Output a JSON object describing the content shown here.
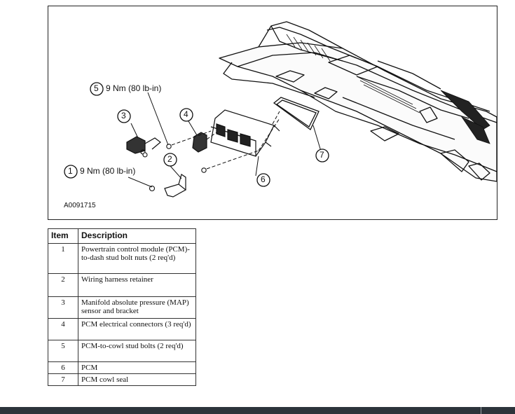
{
  "figure": {
    "id": "A0091715",
    "callouts": [
      {
        "number": "5",
        "text": "9 Nm (80 lb-in)"
      },
      {
        "number": "3",
        "text": ""
      },
      {
        "number": "4",
        "text": ""
      },
      {
        "number": "2",
        "text": ""
      },
      {
        "number": "1",
        "text": "9 Nm (80 lb-in)"
      },
      {
        "number": "6",
        "text": ""
      },
      {
        "number": "7",
        "text": ""
      }
    ]
  },
  "legend": {
    "headers": [
      "Item",
      "Description"
    ],
    "rows": [
      {
        "item": "1",
        "description": "Powertrain control module (PCM)-to-dash stud bolt nuts (2 req'd)"
      },
      {
        "item": "2",
        "description": "Wiring harness retainer"
      },
      {
        "item": "3",
        "description": "Manifold absolute pressure (MAP) sensor and bracket"
      },
      {
        "item": "4",
        "description": "PCM electrical connectors (3 req'd)"
      },
      {
        "item": "5",
        "description": "PCM-to-cowl stud bolts (2 req'd)"
      },
      {
        "item": "6",
        "description": "PCM"
      },
      {
        "item": "7",
        "description": "PCM cowl seal"
      }
    ]
  }
}
